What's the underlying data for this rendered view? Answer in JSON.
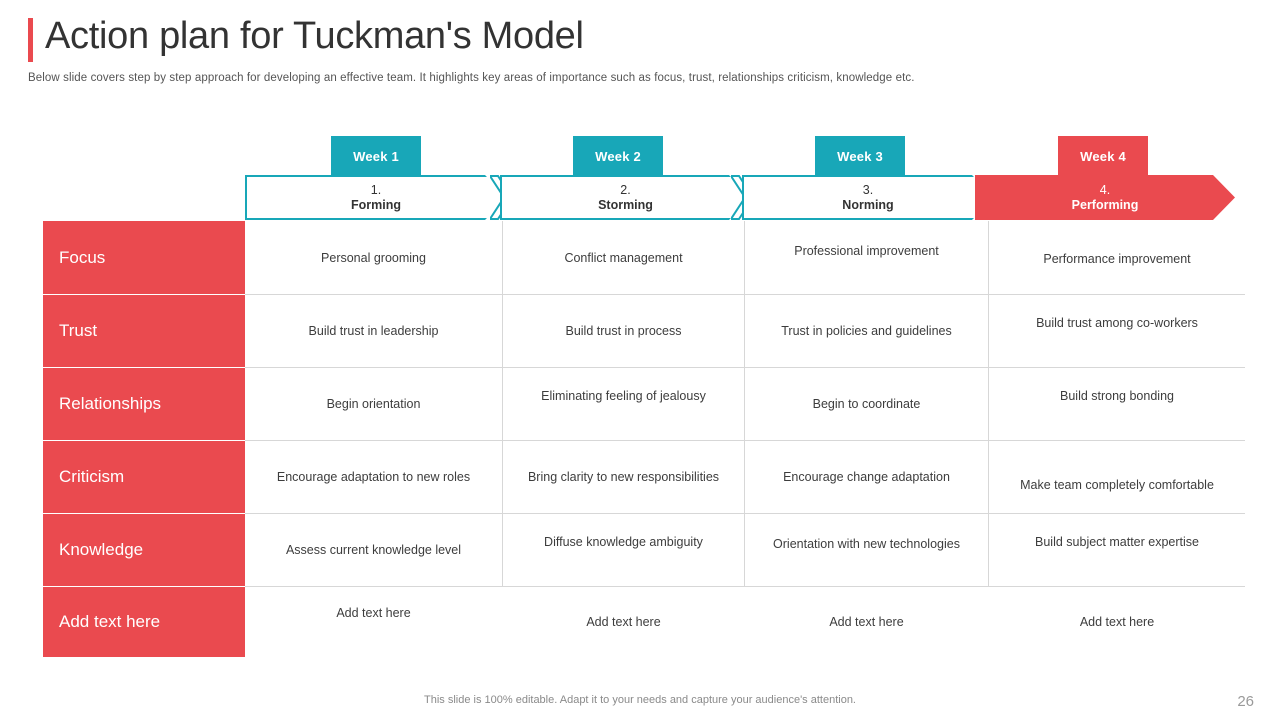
{
  "header": {
    "title": "Action plan for Tuckman's Model",
    "subtitle": "Below slide covers step by step approach for developing an effective team. It highlights key areas of importance such as focus, trust, relationships criticism, knowledge etc."
  },
  "colors": {
    "accent_red": "#ea4a4f",
    "accent_teal": "#18a7b8",
    "grid": "#d7d7d7",
    "text": "#3d3d3d"
  },
  "weeks": [
    {
      "label": "Week 1",
      "style": "teal"
    },
    {
      "label": "Week 2",
      "style": "teal"
    },
    {
      "label": "Week 3",
      "style": "teal"
    },
    {
      "label": "Week 4",
      "style": "red"
    }
  ],
  "phases": [
    {
      "number": "1.",
      "name": "Forming",
      "style": "outline"
    },
    {
      "number": "2.",
      "name": "Storming",
      "style": "outline"
    },
    {
      "number": "3.",
      "name": "Norming",
      "style": "outline"
    },
    {
      "number": "4.",
      "name": "Performing",
      "style": "solid"
    }
  ],
  "rows": [
    {
      "label": "Focus",
      "cells": [
        "Personal grooming",
        "Conflict management",
        "Professional improvement",
        "Performance improvement"
      ]
    },
    {
      "label": "Trust",
      "cells": [
        "Build trust in leadership",
        "Build trust in process",
        "Trust in policies and guidelines",
        "Build trust among co-workers"
      ]
    },
    {
      "label": "Relationships",
      "cells": [
        "Begin orientation",
        "Eliminating feeling of jealousy",
        "Begin to coordinate",
        "Build strong bonding"
      ]
    },
    {
      "label": "Criticism",
      "cells": [
        "Encourage adaptation to new roles",
        "Bring clarity to new responsibilities",
        "Encourage change adaptation",
        "Make team completely comfortable"
      ]
    },
    {
      "label": "Knowledge",
      "cells": [
        "Assess current knowledge level",
        "Diffuse knowledge ambiguity",
        "Orientation with new technologies",
        "Build subject matter expertise"
      ]
    },
    {
      "label": "Add text here",
      "cells": [
        "Add text here",
        "Add text here",
        "Add text here",
        "Add text here"
      ]
    }
  ],
  "footer": {
    "note": "This slide is 100% editable. Adapt it to your needs and capture your audience's attention.",
    "page_number": "26"
  }
}
